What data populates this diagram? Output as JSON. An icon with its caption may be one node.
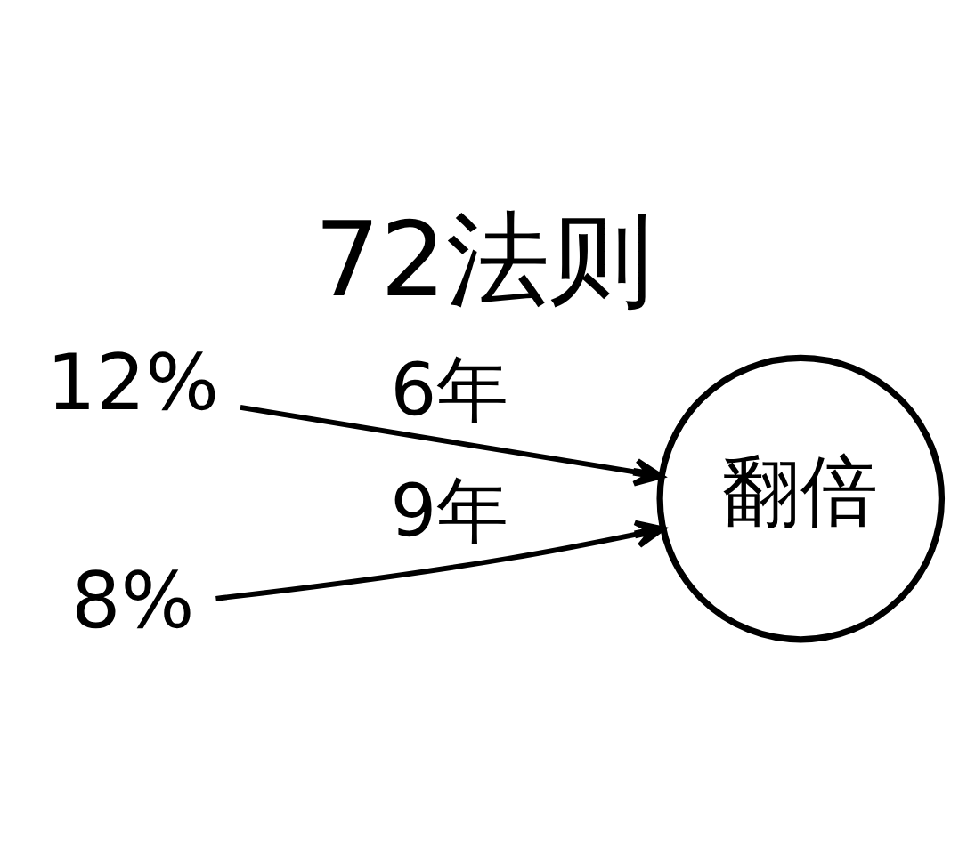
{
  "diagram": {
    "title": "72法则",
    "nodes": [
      {
        "text": [
          "12%"
        ]
      },
      {
        "text": [
          "8%"
        ]
      },
      {
        "text": [
          "翻倍"
        ]
      }
    ],
    "edges": [
      {
        "from": 0,
        "to": 2,
        "arrow": "to",
        "label": "6年"
      },
      {
        "from": 1,
        "to": 2,
        "arrow": "to",
        "label": "9年"
      }
    ]
  }
}
